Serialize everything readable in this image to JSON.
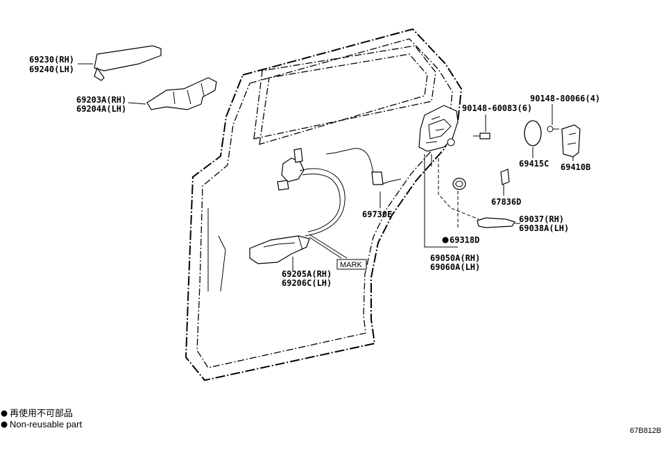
{
  "diagram": {
    "labels": {
      "outer_handle": [
        "69230(RH)",
        "69240(LH)"
      ],
      "handle_frame": [
        "69203A(RH)",
        "69204A(LH)"
      ],
      "screw_a": "90148-60083(6)",
      "screw_b": "90148-80066(4)",
      "cover": "69415C",
      "striker": "69410B",
      "cable": "69730E",
      "pad": "67836D",
      "seal": "69318D",
      "lock_assy": [
        "69050A(RH)",
        "69060A(LH)"
      ],
      "lock_cover": [
        "69037(RH)",
        "69038A(LH)"
      ],
      "inner_handle": [
        "69205A(RH)",
        "69206C(LH)"
      ],
      "mark": "MARK"
    },
    "legend": [
      "再使用不可部品",
      "Non-reusable part"
    ],
    "code": "67B812B"
  }
}
